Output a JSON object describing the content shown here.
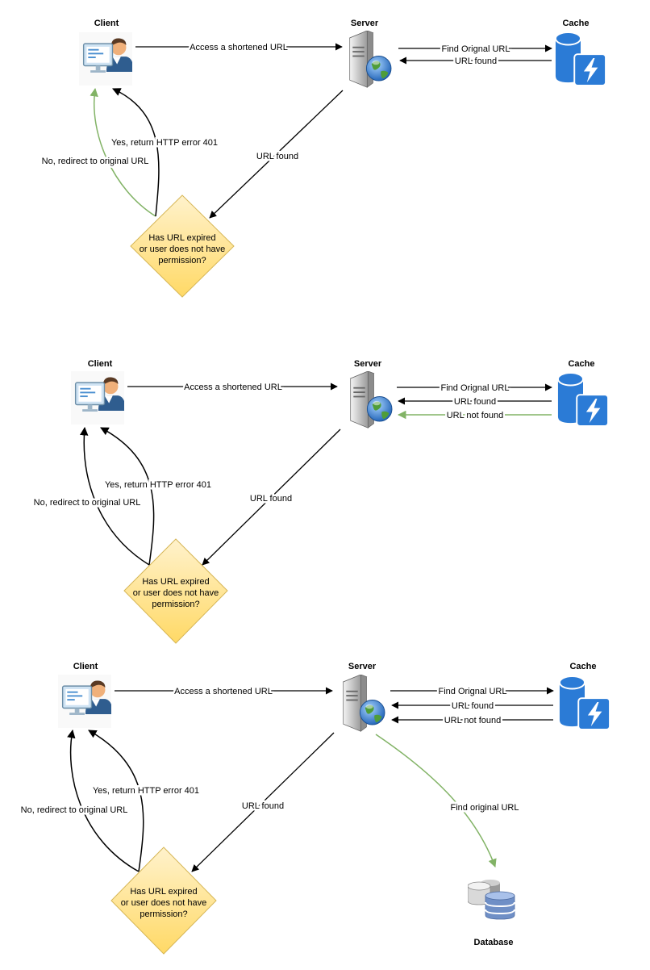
{
  "nodes": {
    "client": "Client",
    "server": "Server",
    "cache": "Cache",
    "database": "Database",
    "decision_lines": [
      "Has URL expired",
      "or user does not have",
      "permission?"
    ]
  },
  "edges": {
    "access": "Access a shortened URL",
    "find": "Find Orignal URL",
    "found": "URL found",
    "not_found": "URL not found",
    "server_to_decision": "URL found",
    "yes_401": "Yes, return HTTP error 401",
    "no_redirect": "No, redirect to original URL",
    "find_db": "Find original URL"
  },
  "colors": {
    "arrow": "#000000",
    "highlight_arrow": "#82b366",
    "decision_fill": "#ffd966",
    "decision_stroke": "#d6b656",
    "cache_blue": "#2b7bd6"
  }
}
